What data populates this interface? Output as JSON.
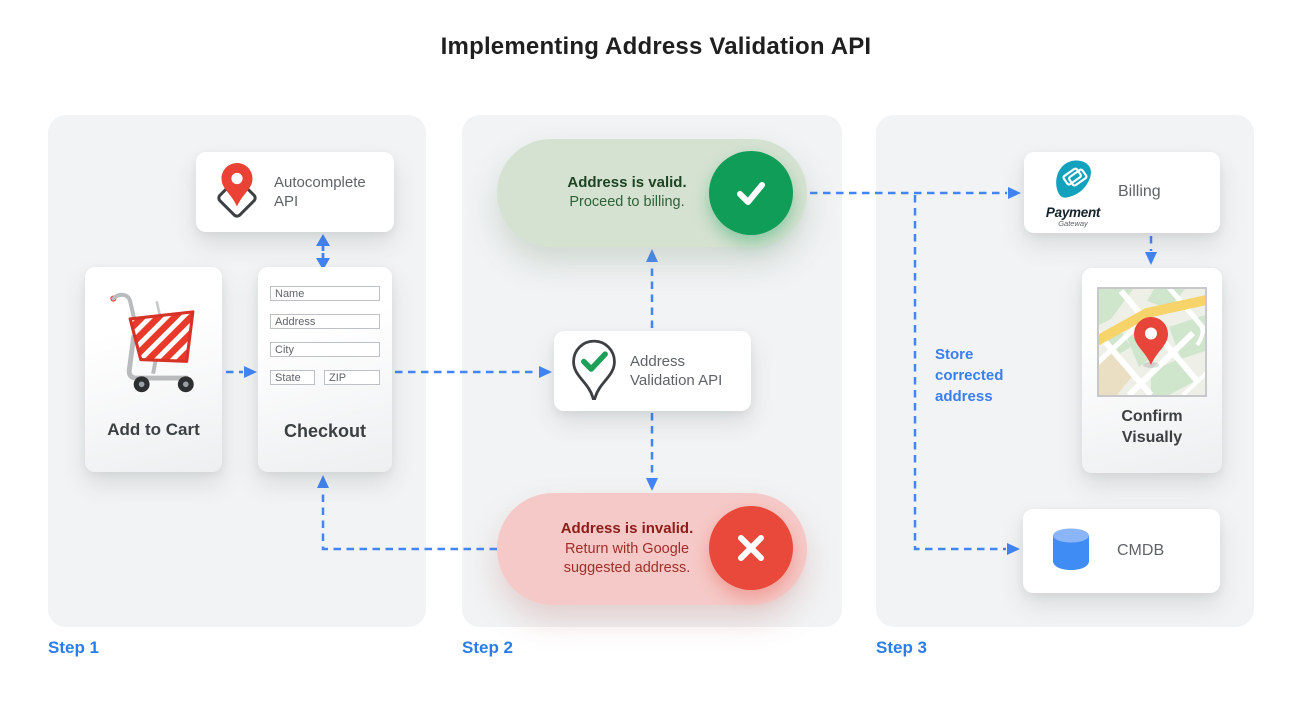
{
  "title": "Implementing Address Validation API",
  "colors": {
    "arrow_blue": "#4285f4",
    "step_blue": "#2b7de9",
    "panel_gray": "#f1f3f4",
    "valid_pill_bg": "#d6e2d1",
    "valid_circle": "#0f9d58",
    "invalid_pill_bg": "#f5c9c7",
    "invalid_circle": "#e8493a",
    "pin_red": "#ea4335",
    "gateway_teal": "#13a2bd",
    "db_blue": "#3e8cf4"
  },
  "steps": [
    {
      "label": "Step 1"
    },
    {
      "label": "Step 2"
    },
    {
      "label": "Step 3"
    }
  ],
  "panel1": {
    "autocomplete": {
      "label": "Autocomplete API",
      "icon": "map-pin-on-diamond"
    },
    "add_to_cart": {
      "label": "Add to Cart",
      "icon": "shopping-cart"
    },
    "checkout": {
      "label": "Checkout",
      "fields": [
        "Name",
        "Address",
        "City",
        "State",
        "ZIP"
      ]
    }
  },
  "panel2": {
    "valid_pill": {
      "heading": "Address is valid.",
      "body": "Proceed to billing.",
      "icon": "check-circle"
    },
    "validation": {
      "label": "Address Validation API",
      "icon": "pin-with-check"
    },
    "invalid_pill": {
      "heading": "Address is invalid.",
      "body": "Return with Google suggested address.",
      "icon": "x-circle"
    }
  },
  "panel3": {
    "billing": {
      "label": "Billing",
      "logo_title": "Payment",
      "logo_subtitle": "Gateway",
      "icon": "payment-gateway"
    },
    "confirm": {
      "label": "Confirm Visually",
      "icon": "map-thumbnail"
    },
    "cmdb": {
      "label": "CMDB",
      "icon": "database-cylinder"
    },
    "store_note": "Store corrected address"
  }
}
